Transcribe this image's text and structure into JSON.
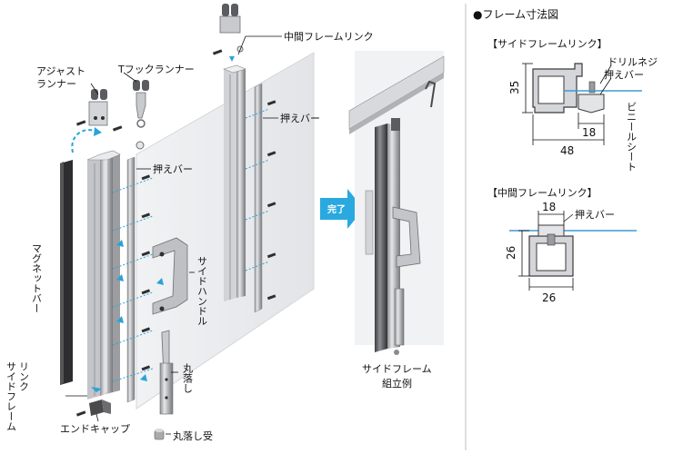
{
  "assembly": {
    "labels": {
      "adjust_runner": [
        "アジャスト",
        "ランナー"
      ],
      "t_hook_runner": "Tフックランナー",
      "middle_frame_link": "中間フレームリンク",
      "press_bar_mid": "押えバー",
      "press_bar_left": "押えバー",
      "magnet_bar": "マグネットバー",
      "side_frame_link": [
        "サイドフレーム",
        "リンク"
      ],
      "side_handle": "サイドハンドル",
      "drop_rod": "丸落し",
      "drop_rod_receiver": "丸落し受",
      "end_cap": "エンドキャップ"
    },
    "complete_badge": "完了",
    "example_caption": [
      "サイドフレーム",
      "組立例"
    ]
  },
  "dimensions": {
    "title": "●フレーム寸法図",
    "side_frame": {
      "heading": "【サイドフレームリンク】",
      "height": "35",
      "width": "48",
      "bar_width": "18",
      "drill_screw": "ドリルネジ",
      "press_bar": "押えバー",
      "vinyl_sheet": "ビニールシート"
    },
    "middle_frame": {
      "heading": "【中間フレームリンク】",
      "bar_width": "18",
      "press_bar": "押えバー",
      "height": "26",
      "width": "26"
    }
  },
  "colors": {
    "arrow_blue": "#2aa3d8",
    "sheet_line": "#3a9bd6",
    "panel_gray": "#ebecef",
    "frame_gray": "#c9cacd",
    "dark_metal": "#4a4a4c"
  }
}
